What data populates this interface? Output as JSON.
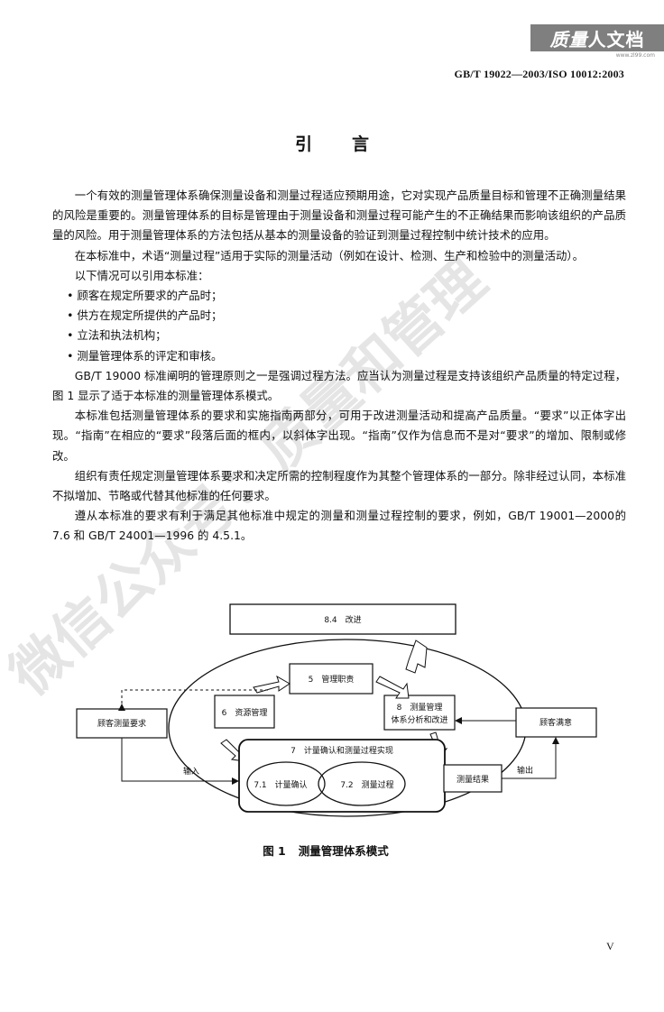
{
  "logo": {
    "brand_a": "质量",
    "brand_b": "人文档",
    "url": "www.zl99.com"
  },
  "header": {
    "standard_no": "GB/T 19022—2003/ISO 10012:2003"
  },
  "title": "引言",
  "paragraphs": [
    "一个有效的测量管理体系确保测量设备和测量过程适应预期用途，它对实现产品质量目标和管理不正确测量结果的风险是重要的。测量管理体系的目标是管理由于测量设备和测量过程可能产生的不正确结果而影响该组织的产品质量的风险。用于测量管理体系的方法包括从基本的测量设备的验证到测量过程控制中统计技术的应用。",
    "在本标准中，术语“测量过程”适用于实际的测量活动（例如在设计、检测、生产和检验中的测量活动）。",
    "以下情况可以引用本标准：",
    "• 顾客在规定所要求的产品时；",
    "• 供方在规定所提供的产品时；",
    "• 立法和执法机构；",
    "• 测量管理体系的评定和审核。",
    "GB/T 19000 标准阐明的管理原则之一是强调过程方法。应当认为测量过程是支持该组织产品质量的特定过程，图 1 显示了适于本标准的测量管理体系模式。",
    "本标准包括测量管理体系的要求和实施指南两部分，可用于改进测量活动和提高产品质量。“要求”以正体字出现。“指南”在相应的“要求”段落后面的框内，以斜体字出现。“指南”仅作为信息而不是对“要求”的增加、限制或修改。",
    "组织有责任规定测量管理体系要求和决定所需的控制程度作为其整个管理体系的一部分。除非经过认同，本标准不拟增加、节略或代替其他标准的任何要求。",
    "遵从本标准的要求有利于满足其他标准中规定的测量和测量过程控制的要求，例如，GB/T 19001—2000的 7.6 和 GB/T 24001—1996 的 4.5.1。"
  ],
  "diagram": {
    "improve": "8.4　改进",
    "mgmt": "5　管理职责",
    "resource": "6　资源管理",
    "analysis_1": "8　测量管理",
    "analysis_2": "体系分析和改进",
    "realize": "7　计量确认和测量过程实现",
    "confirm": "7.1　计量确认",
    "process": "7.2　测量过程",
    "customer_req": "顾客测量要求",
    "customer_sat": "顾客满意",
    "result": "测量结果",
    "input": "输入",
    "output": "输出"
  },
  "caption": {
    "label": "图 1",
    "text": "测量管理体系模式"
  },
  "page_number": "V",
  "watermark": "微信公众号：质量和管理"
}
